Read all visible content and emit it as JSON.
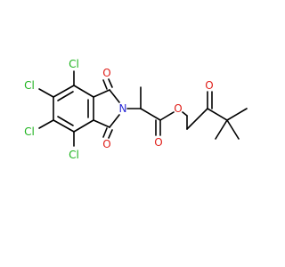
{
  "colors": {
    "bond": "#000000",
    "background": "#ffffff",
    "Cl": "#1db31d",
    "O": "#e0201b",
    "N": "#2a2ad6"
  },
  "atoms": {
    "cl1": "Cl",
    "cl2": "Cl",
    "cl3": "Cl",
    "cl4": "Cl",
    "o_imide_top": "O",
    "o_imide_bottom": "O",
    "n_imide": "N",
    "o_ester_carbonyl": "O",
    "o_ester": "O",
    "o_ketone": "O"
  }
}
